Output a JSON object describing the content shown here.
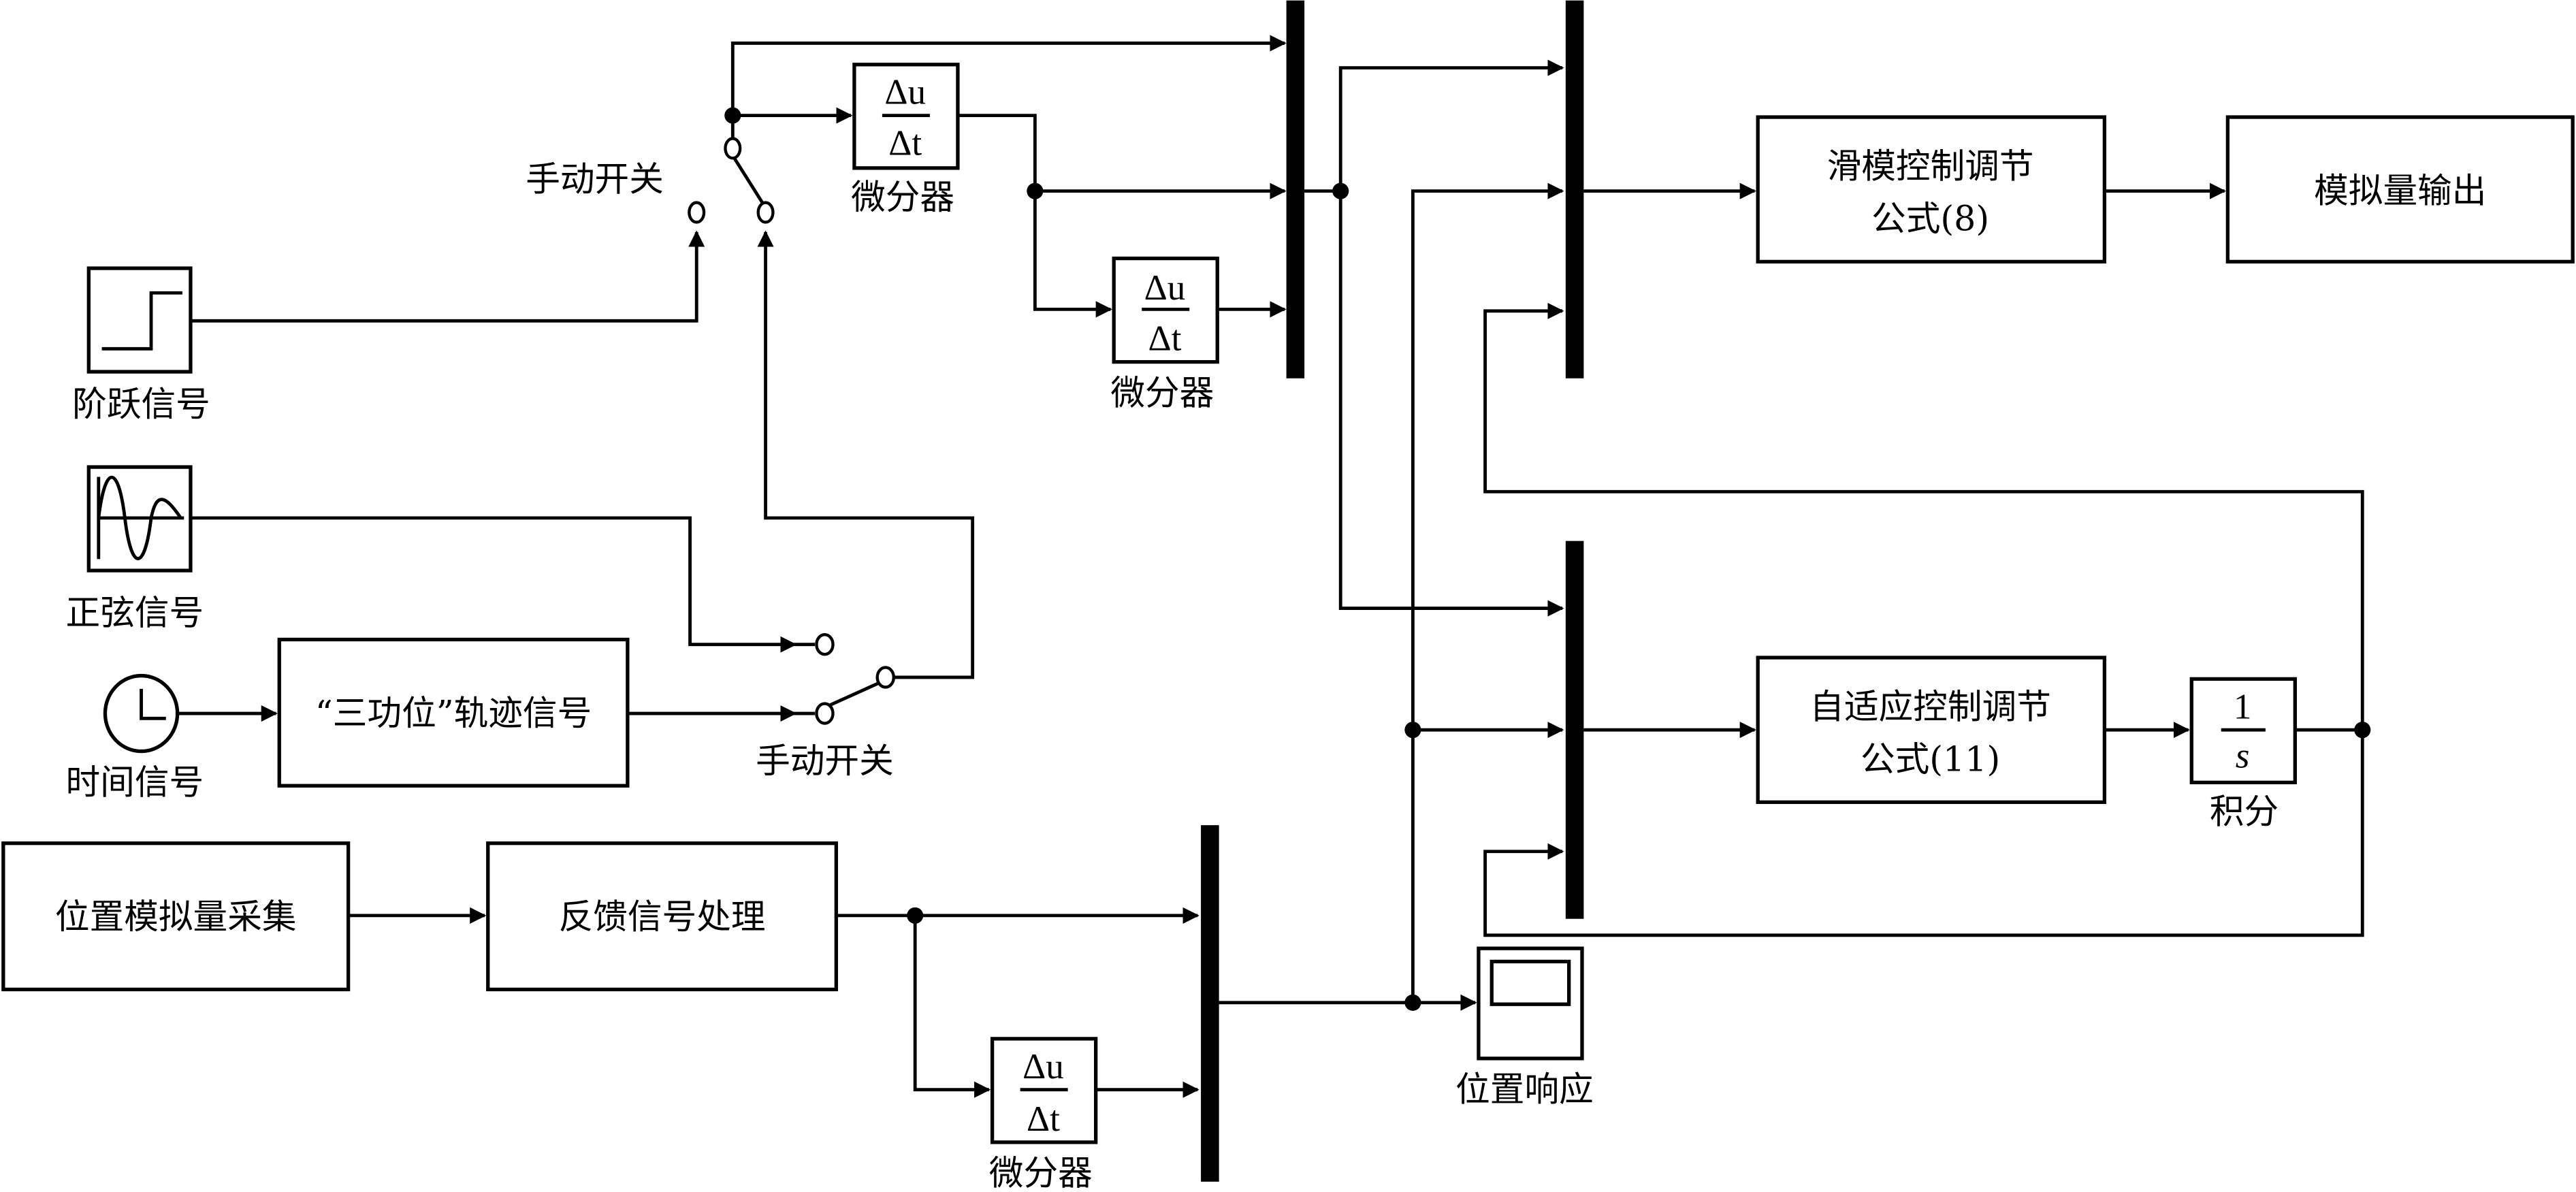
{
  "diagram": {
    "type": "simulink-block-diagram",
    "blocks": {
      "step": {
        "label": "阶跃信号",
        "icon": "step-icon"
      },
      "sine": {
        "label": "正弦信号",
        "icon": "sine-wave-icon"
      },
      "clock": {
        "label": "时间信号",
        "icon": "clock-icon"
      },
      "trajectory": {
        "text": "“三功位”轨迹信号"
      },
      "switch_top": {
        "label": "手动开关",
        "icon": "manual-switch-icon"
      },
      "switch_bottom": {
        "label": "手动开关",
        "icon": "manual-switch-icon"
      },
      "deriv1": {
        "label": "微分器",
        "num": "Δu",
        "den": "Δt"
      },
      "deriv2": {
        "label": "微分器",
        "num": "Δu",
        "den": "Δt"
      },
      "deriv3": {
        "label": "微分器",
        "num": "Δu",
        "den": "Δt"
      },
      "sliding_mode": {
        "line1": "滑模控制调节",
        "line2": "公式(8)"
      },
      "analog_out": {
        "text": "模拟量输出"
      },
      "adaptive": {
        "line1": "自适应控制调节",
        "line2": "公式(11)"
      },
      "integrator": {
        "label": "积分",
        "num": "1",
        "den": "s"
      },
      "pos_acq": {
        "text": "位置模拟量采集"
      },
      "feedback": {
        "text": "反馈信号处理"
      },
      "scope": {
        "label": "位置响应",
        "icon": "scope-icon"
      }
    }
  }
}
